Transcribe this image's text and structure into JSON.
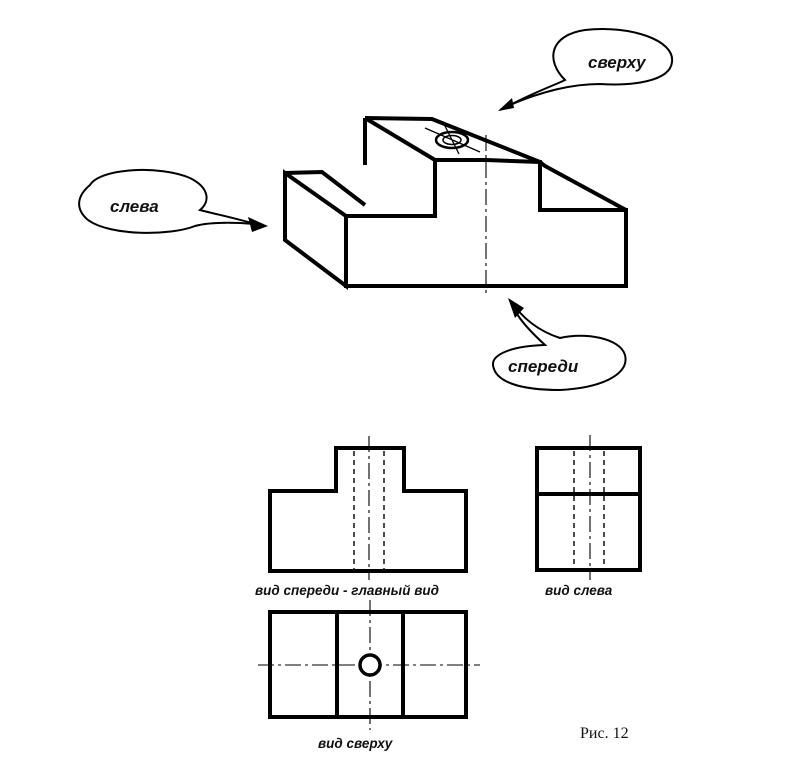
{
  "callouts": {
    "top": "сверху",
    "left": "слева",
    "front": "спереди"
  },
  "views": {
    "front": "вид спереди - главный вид",
    "left": "вид слева",
    "top": "вид сверху"
  },
  "figure_caption": "Рис. 12"
}
